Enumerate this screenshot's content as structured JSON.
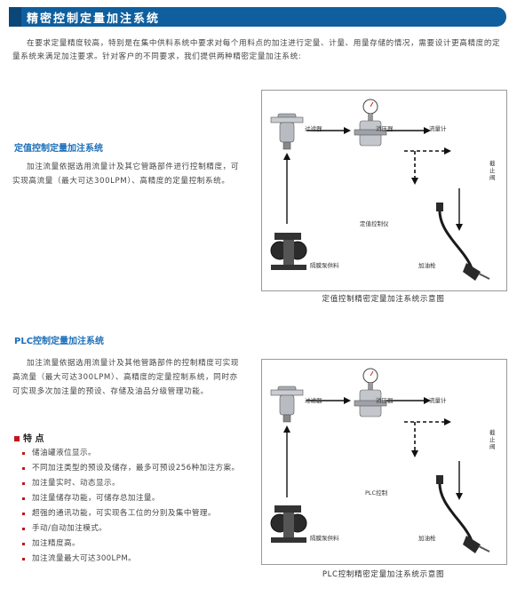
{
  "header": {
    "title": "精密控制定量加注系统"
  },
  "intro": "在要求定量精度较高，特别是在集中供料系统中要求对每个用料点的加注进行定量、计量、用量存储的情况，需要设计更高精度的定量系统来满足加注要求。针对客户的不同要求，我们提供两种精密定量加注系统:",
  "section1": {
    "title": "定值控制定量加注系统",
    "text": "加注流量依据选用流量计及其它管路部件进行控制精度，可实现高流量（最大可达300LPM）、高精度的定量控制系统。",
    "diagram": {
      "filter": "过滤器",
      "damper": "消压器",
      "flowmeter": "流量计",
      "shutoff": "截止阀",
      "controller": "定值控制仪",
      "pump": "隔膜泵供料",
      "gun": "加油枪"
    },
    "caption": "定值控制精密定量加注系统示意图"
  },
  "section2": {
    "title": "PLC控制定量加注系统",
    "text": "加注流量依据选用流量计及其他管路部件的控制精度可实现高流量（最大可达300LPM）、高精度的定量控制系统，同时亦可实现多次加注量的预设、存储及油品分级管理功能。",
    "diagram": {
      "filter": "过滤器",
      "damper": "消压器",
      "flowmeter": "流量计",
      "shutoff": "截止阀",
      "controller": "PLC控制",
      "pump": "隔膜泵供料",
      "gun": "加油枪"
    },
    "caption": "PLC控制精密定量加注系统示意图",
    "features_title": "特 点",
    "features": [
      "储油罐液位显示。",
      "不同加注类型的预设及储存，最多可预设256种加注方案。",
      "加注量实时、动态显示。",
      "加注量储存功能，可储存总加注量。",
      "超强的通讯功能，可实现各工位的分别及集中管理。",
      "手动/自动加注模式。",
      "加注精度高。",
      "加注流量最大可达300LPM。"
    ]
  },
  "colors": {
    "header_bar": "#0f5f9e",
    "section_title": "#1d6fb8",
    "bullet": "#c0161d"
  }
}
